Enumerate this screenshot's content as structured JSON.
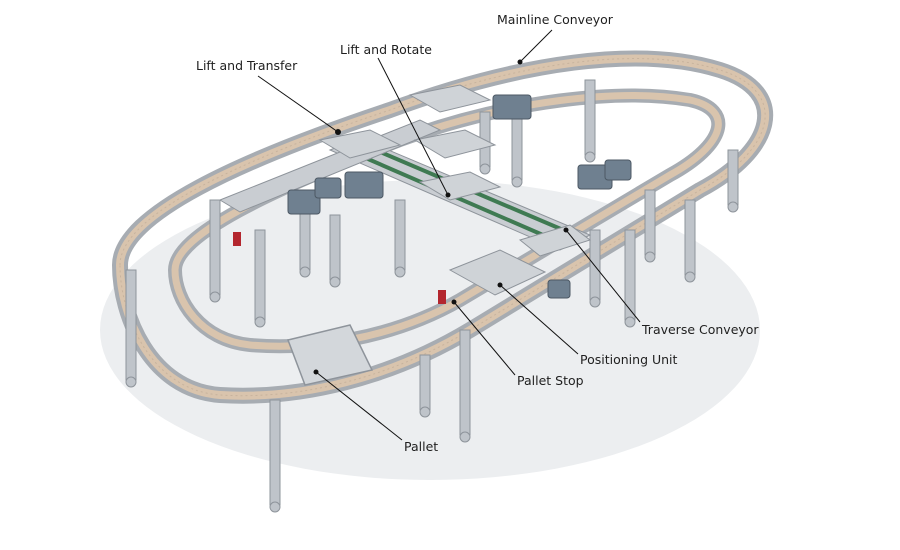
{
  "labels": {
    "mainline_conveyor": "Mainline Conveyor",
    "lift_and_rotate": "Lift and Rotate",
    "lift_and_transfer": "Lift and Transfer",
    "traverse_conveyor": "Traverse Conveyor",
    "positioning_unit": "Positioning Unit",
    "pallet_stop": "Pallet Stop",
    "pallet": "Pallet"
  },
  "colors": {
    "frame": "#b7bcc2",
    "frame_dark": "#8e949b",
    "belt": "#d8c3ac",
    "motor": "#6f8090",
    "traverse_belt": "#3f7a52",
    "stop_red": "#b3262e",
    "shadow": "#e4e6e8"
  }
}
